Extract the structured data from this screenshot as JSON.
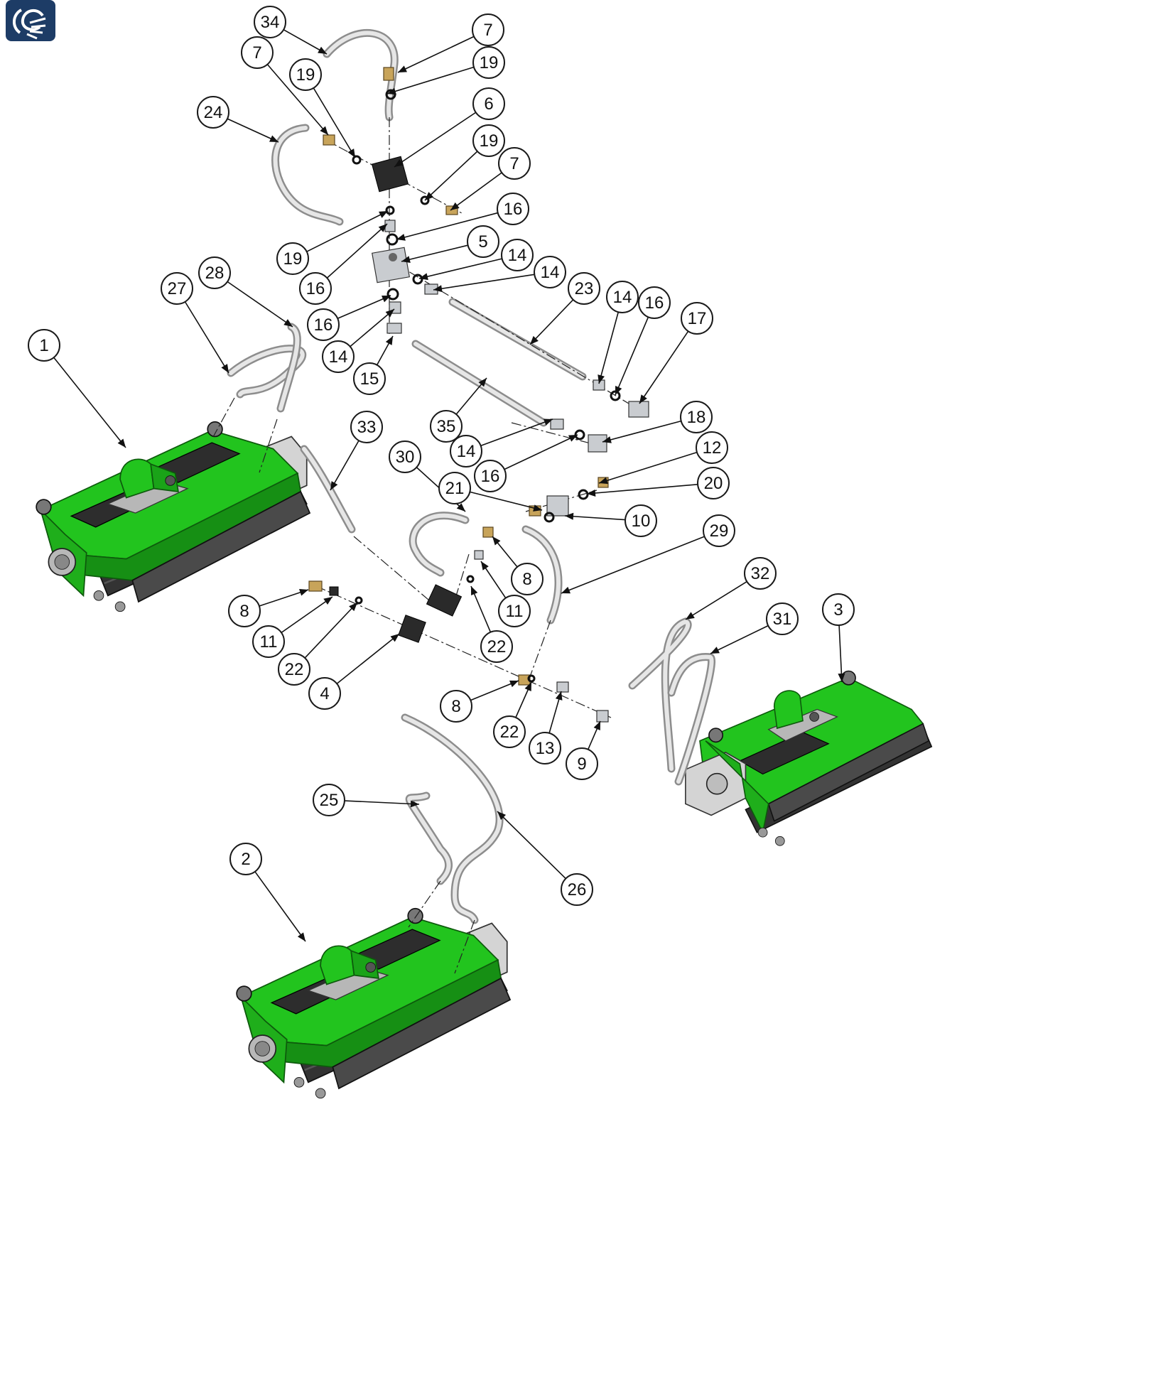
{
  "logo": {
    "icon": "company-swirl-logo-icon",
    "color": "#1d3c66"
  },
  "colors": {
    "cutting_unit": "#22c41e",
    "cutting_unit_dark": "#168f14",
    "hose": "#d6d6d6",
    "fitting": "#c8a45a"
  },
  "callouts": [
    {
      "label": "34"
    },
    {
      "label": "7"
    },
    {
      "label": "19"
    },
    {
      "label": "7"
    },
    {
      "label": "19"
    },
    {
      "label": "24"
    },
    {
      "label": "6"
    },
    {
      "label": "19"
    },
    {
      "label": "7"
    },
    {
      "label": "16"
    },
    {
      "label": "5"
    },
    {
      "label": "19"
    },
    {
      "label": "14"
    },
    {
      "label": "16"
    },
    {
      "label": "14"
    },
    {
      "label": "28"
    },
    {
      "label": "27"
    },
    {
      "label": "23"
    },
    {
      "label": "14"
    },
    {
      "label": "16"
    },
    {
      "label": "17"
    },
    {
      "label": "16"
    },
    {
      "label": "14"
    },
    {
      "label": "1"
    },
    {
      "label": "15"
    },
    {
      "label": "18"
    },
    {
      "label": "35"
    },
    {
      "label": "33"
    },
    {
      "label": "30"
    },
    {
      "label": "14"
    },
    {
      "label": "12"
    },
    {
      "label": "16"
    },
    {
      "label": "21"
    },
    {
      "label": "20"
    },
    {
      "label": "10"
    },
    {
      "label": "29"
    },
    {
      "label": "8"
    },
    {
      "label": "32"
    },
    {
      "label": "11"
    },
    {
      "label": "3"
    },
    {
      "label": "8"
    },
    {
      "label": "31"
    },
    {
      "label": "11"
    },
    {
      "label": "22"
    },
    {
      "label": "22"
    },
    {
      "label": "4"
    },
    {
      "label": "8"
    },
    {
      "label": "22"
    },
    {
      "label": "13"
    },
    {
      "label": "9"
    },
    {
      "label": "25"
    },
    {
      "label": "2"
    },
    {
      "label": "26"
    }
  ]
}
